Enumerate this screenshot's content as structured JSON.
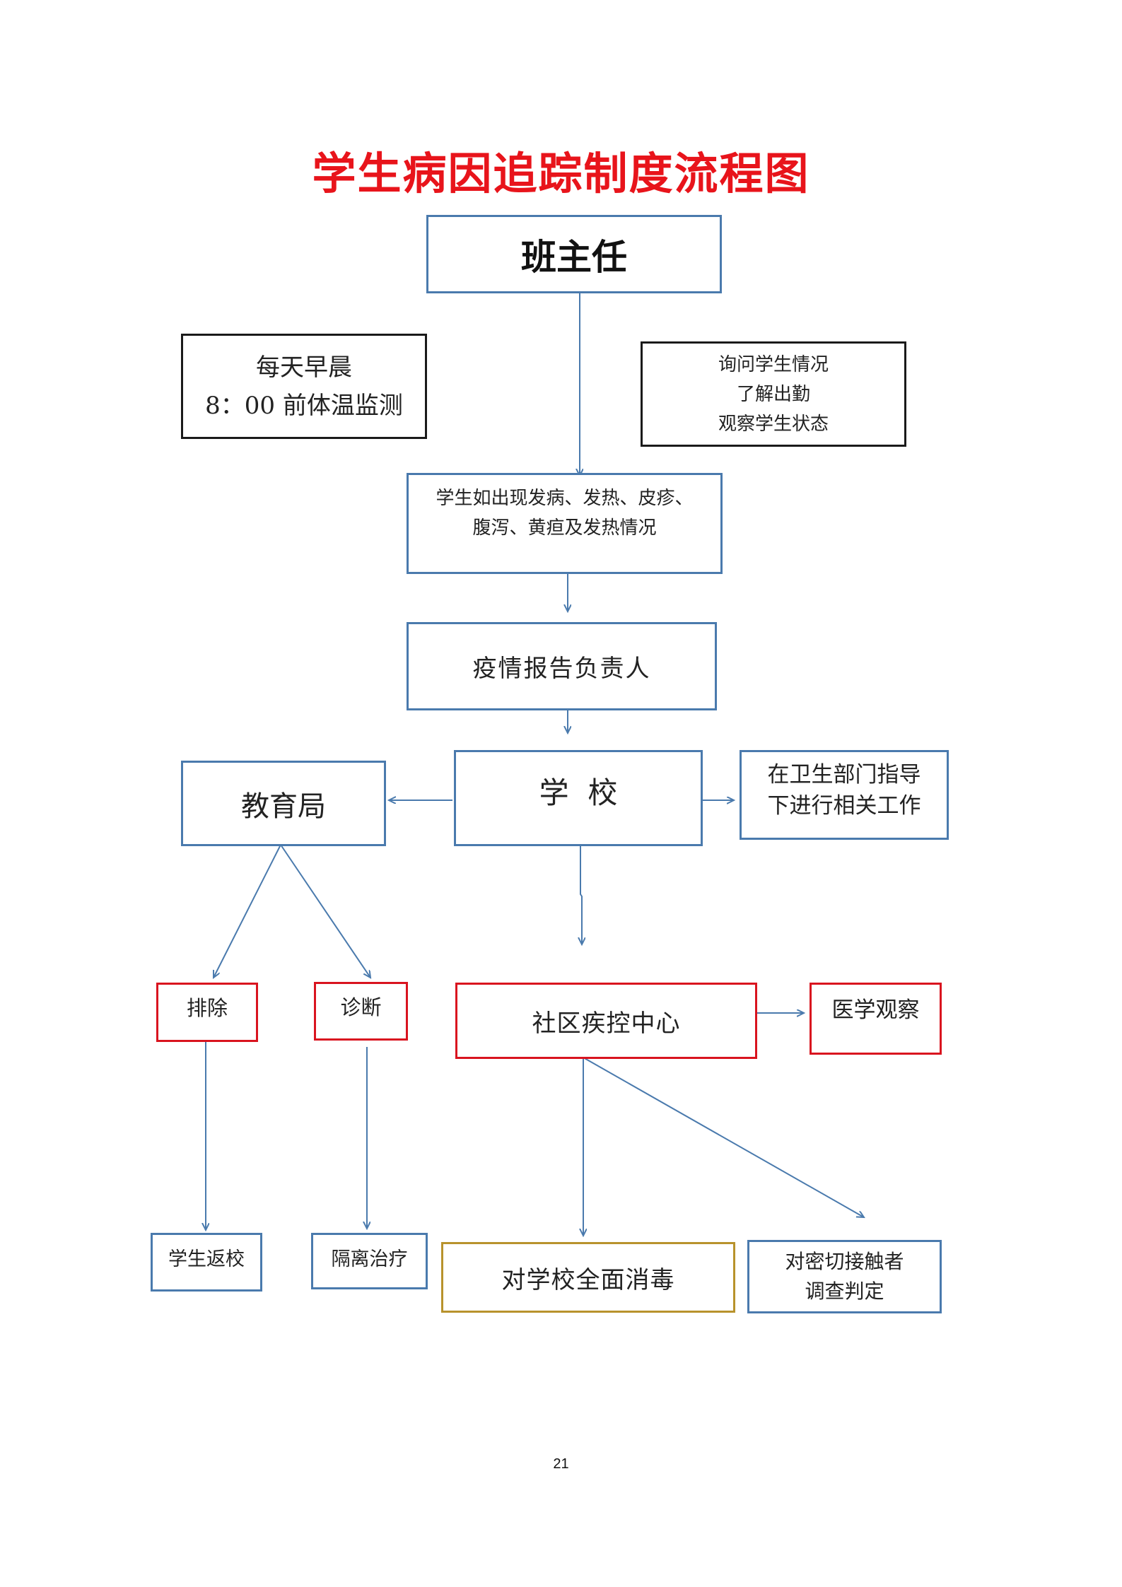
{
  "title": "学生病因追踪制度流程图",
  "nodes": {
    "head_teacher": "班主任",
    "morning_check": [
      "每天早晨",
      "8：00 前体温监测"
    ],
    "inquiry": [
      "询问学生情况",
      "了解出勤",
      "观察学生状态"
    ],
    "symptoms": [
      "学生如出现发病、发热、皮疹、",
      "腹泻、黄疸及发热情况"
    ],
    "reporter": "疫情报告负责人",
    "school": "学  校",
    "education_bureau": "教育局",
    "health_guidance": [
      "在卫生部门指导",
      "下进行相关工作"
    ],
    "exclude": "排除",
    "diagnose": "诊断",
    "cdc": "社区疾控中心",
    "medical_observation": "医学观察",
    "return_school": "学生返校",
    "isolation": "隔离治疗",
    "disinfect": "对学校全面消毒",
    "contacts": [
      "对密切接触者",
      "调查判定"
    ]
  },
  "colors": {
    "title": "#e8141b",
    "blue_border": "#4a7aad",
    "red_border": "#d9141f",
    "gold_border": "#b8922c",
    "arrow": "#4a7aad"
  },
  "page_number": "21"
}
